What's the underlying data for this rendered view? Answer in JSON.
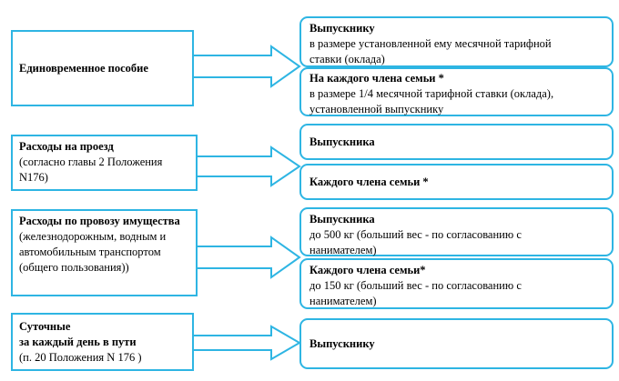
{
  "colors": {
    "border": "#2eb5e3",
    "text": "#000000",
    "background": "#ffffff"
  },
  "rows": [
    {
      "left": {
        "title": "Единовременное пособие",
        "lines": []
      },
      "targets": [
        {
          "title": "Выпускнику",
          "lines": [
            "в  размере установленной ему месячной тарифной",
            "ставки (оклада)"
          ]
        },
        {
          "title": "На каждого члена семьи *",
          "lines": [
            "в размере 1/4 месячной тарифной ставки (оклада),",
            "установленной выпускнику"
          ]
        }
      ]
    },
    {
      "left": {
        "title": "Расходы на проезд",
        "lines": [
          "(согласно главы 2 Положения",
          "N176)"
        ]
      },
      "targets": [
        {
          "title": "Выпускника",
          "lines": []
        },
        {
          "title": "Каждого члена семьи *",
          "lines": []
        }
      ]
    },
    {
      "left": {
        "title": "Расходы по провозу имущества",
        "lines": [
          "(железнодорожным, водным и",
          "автомобильным транспортом",
          "(общего пользования))"
        ]
      },
      "targets": [
        {
          "title": "Выпускника",
          "lines": [
            " до 500 кг (больший вес - по согласованию с",
            "нанимателем)"
          ]
        },
        {
          "title": "Каждого члена семьи*",
          "lines": [
            "до 150 кг (больший вес - по согласованию с",
            "нанимателем)"
          ]
        }
      ]
    },
    {
      "left": {
        "title": "Суточные",
        "lines": [
          "за каждый день в пути",
          "(п. 20 Положения N 176 )"
        ]
      },
      "targets": [
        {
          "title": "Выпускнику",
          "lines": []
        }
      ]
    }
  ]
}
